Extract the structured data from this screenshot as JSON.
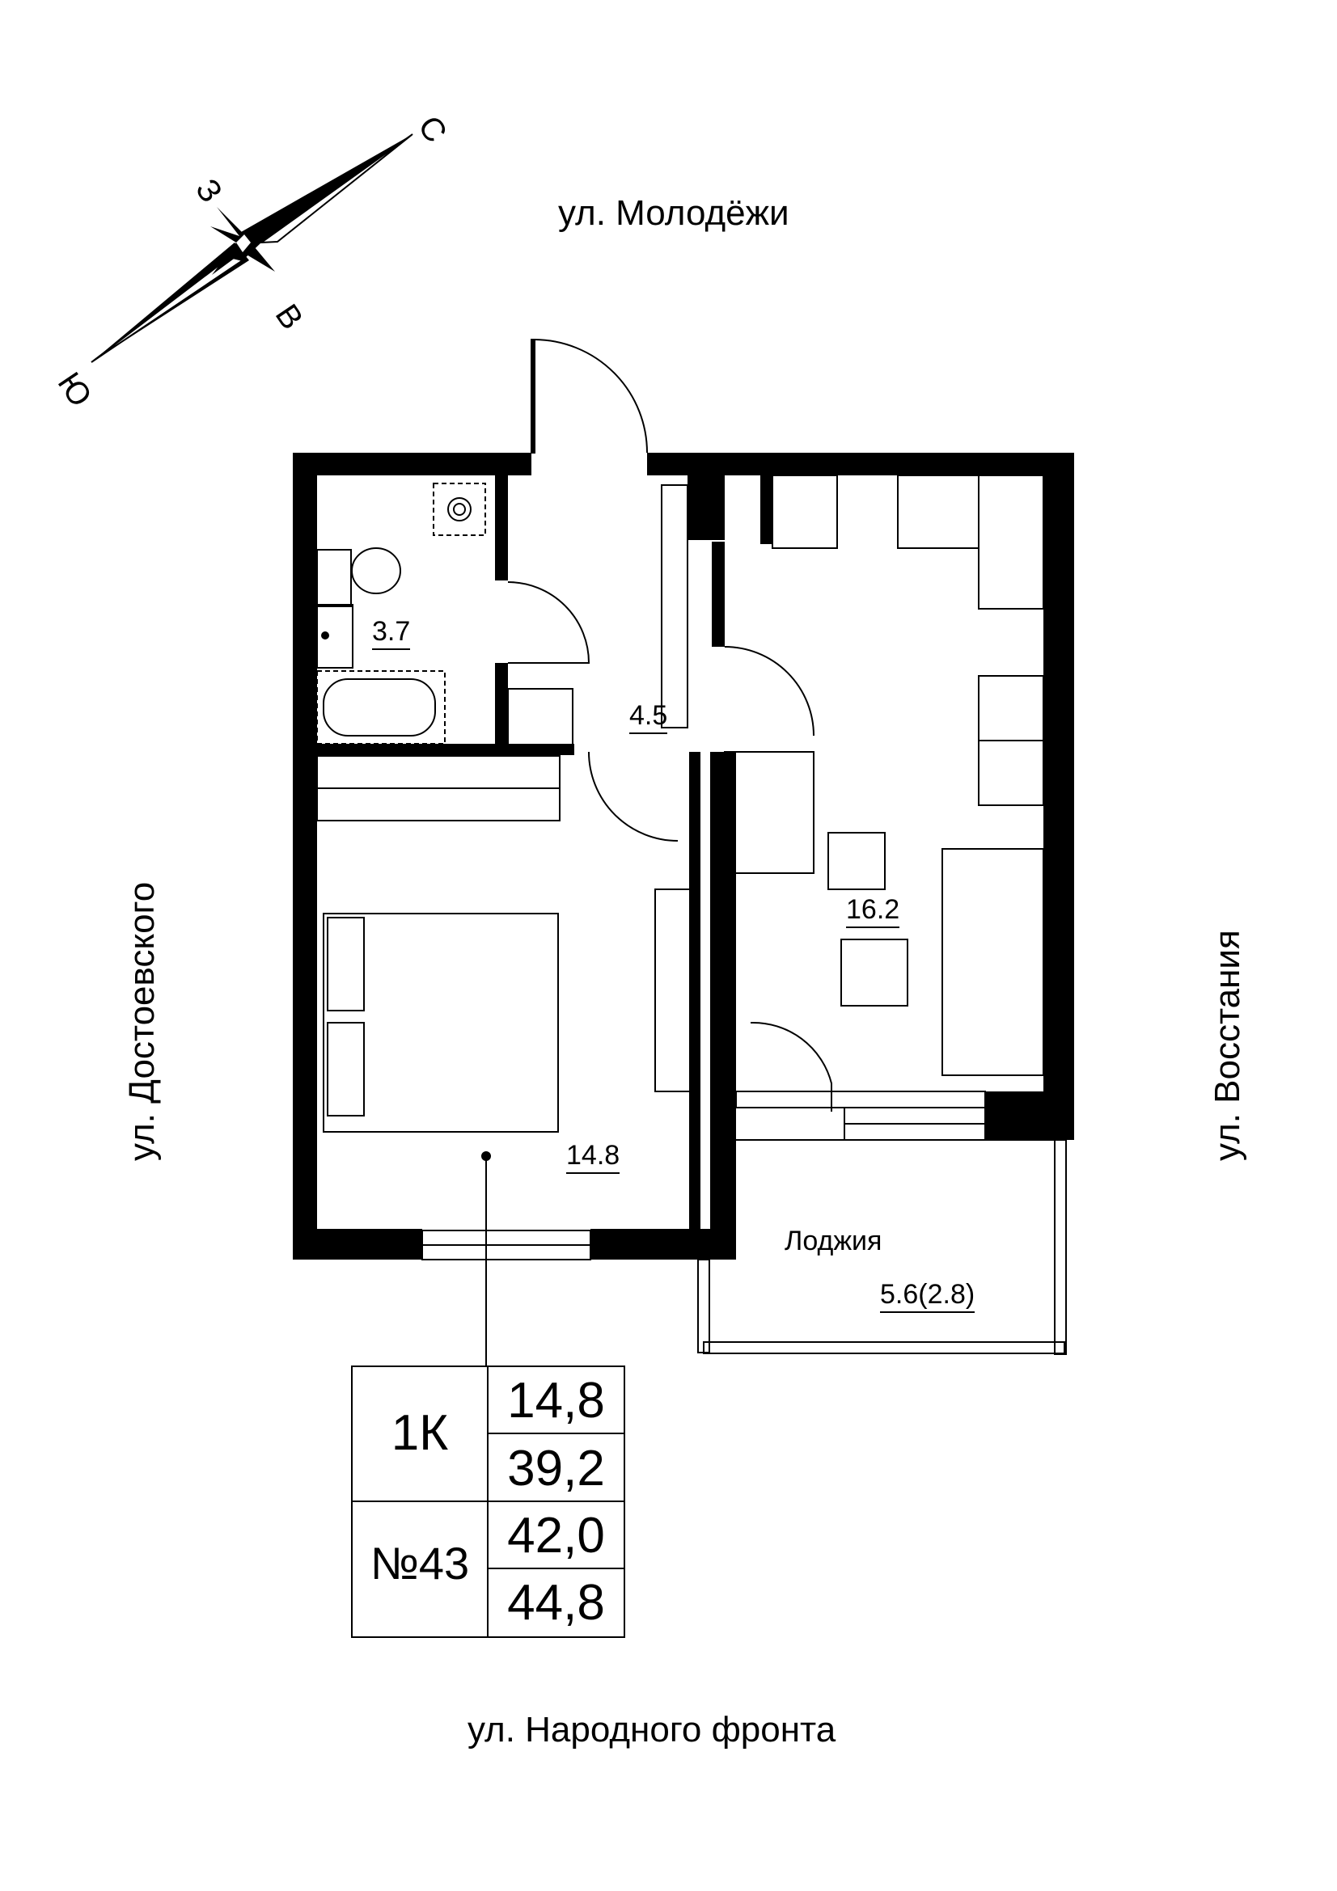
{
  "streets": {
    "north": "ул. Молодёжи",
    "south": "ул. Народного фронта",
    "west": "ул. Достоевского",
    "east": "ул. Восстания"
  },
  "compass": {
    "n": "С",
    "s": "Ю",
    "w": "З",
    "e": "В"
  },
  "rooms": {
    "bathroom": "3.7",
    "hall": "4.5",
    "kitchen_living": "16.2",
    "bedroom": "14.8",
    "loggia_label": "Лоджия",
    "loggia_area": "5.6(2.8)"
  },
  "info_table": {
    "type": "1К",
    "number": "№43",
    "living_area": "14,8",
    "area_2": "39,2",
    "area_3": "42,0",
    "total_area": "44,8"
  }
}
